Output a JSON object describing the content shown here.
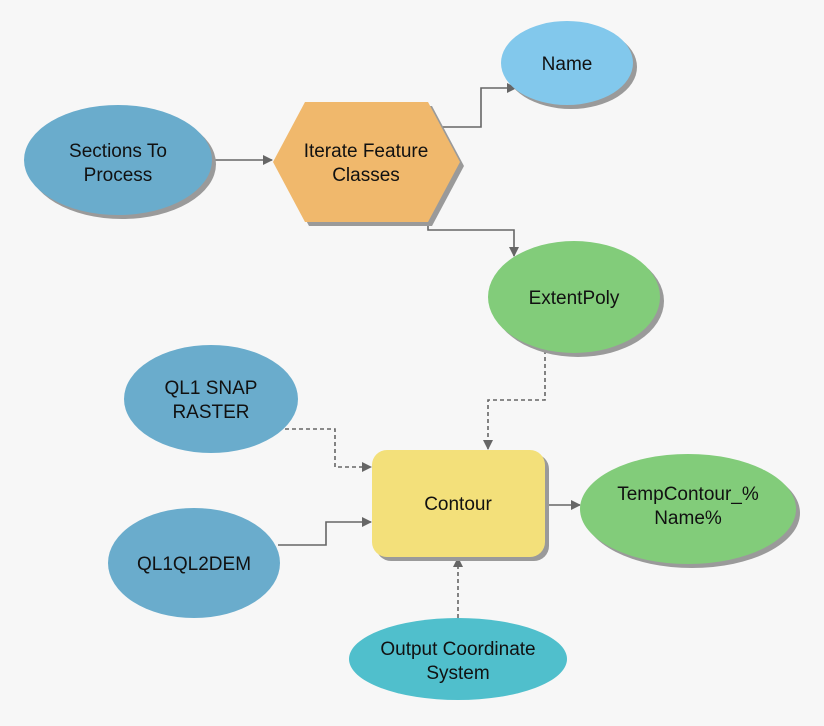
{
  "nodes": {
    "sections": {
      "lines": [
        "Sections To",
        "Process"
      ],
      "type": "input-variable"
    },
    "iterate": {
      "lines": [
        "Iterate Feature",
        "Classes"
      ],
      "type": "iterator"
    },
    "name": {
      "lines": [
        "Name"
      ],
      "type": "value-output"
    },
    "extentpoly": {
      "lines": [
        "ExtentPoly"
      ],
      "type": "derived-data"
    },
    "snap": {
      "lines": [
        "QL1 SNAP",
        "RASTER"
      ],
      "type": "input-variable"
    },
    "contour": {
      "lines": [
        "Contour"
      ],
      "type": "tool"
    },
    "tempcontour": {
      "lines": [
        "TempContour_%",
        "Name%"
      ],
      "type": "output-data"
    },
    "dem": {
      "lines": [
        "QL1QL2DEM"
      ],
      "type": "input-variable"
    },
    "coord": {
      "lines": [
        "Output Coordinate",
        "System"
      ],
      "type": "environment"
    }
  },
  "colors": {
    "background": "#f7f7f7",
    "input": "#6aaccc",
    "value": "#82c8ec",
    "iterator": "#f0b86c",
    "data": "#82cc7a",
    "tool": "#f3e07a",
    "environment": "#50bfcc",
    "shadow": "#9a9a9a",
    "connector": "#666666"
  }
}
